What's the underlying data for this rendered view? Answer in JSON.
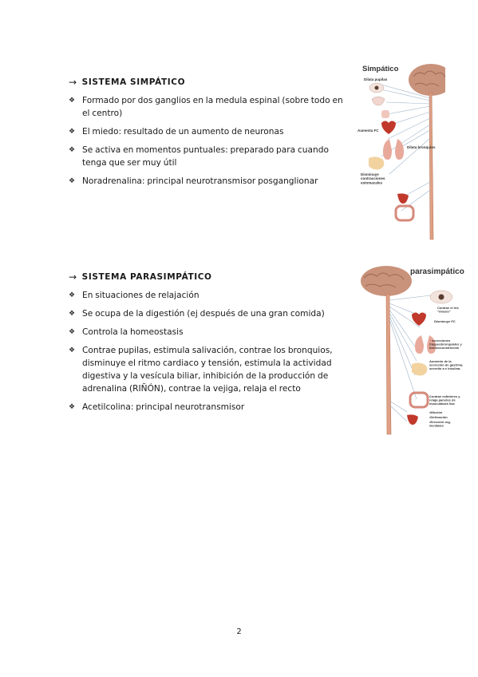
{
  "sympathetic": {
    "arrow": "→",
    "heading": "SISTEMA SIMPÁTICO",
    "items": [
      "Formado por dos ganglios en la medula espinal (sobre todo en el centro)",
      "El miedo: resultado de un aumento de neuronas",
      "Se activa en momentos puntuales: preparado para cuando tenga que ser muy útil",
      "Noradrenalina: principal neurotransmisor posganglionar"
    ],
    "figure": {
      "title": "Simpático",
      "labels": {
        "pupils": "Dilata pupilas",
        "heart": "Aumenta FC",
        "bronchi": "Dilata bronquios",
        "stomach": "Disminuye contracciones estomacales"
      }
    }
  },
  "parasympathetic": {
    "arrow": "→",
    "heading": "SISTEMA PARASIMPÁTICO",
    "items": [
      "En situaciones de relajación",
      "Se ocupa de la digestión (ej después de una gran comida)",
      "Controla la homeostasis",
      "Contrae pupilas, estimula salivación, contrae los bronquios, disminuye el ritmo cardiaco y tensión, estimula la actividad digestiva y la vesícula biliar, inhibición de la producción de adrenalina (RIÑÓN), contrae la vejiga, relaja el recto",
      "Acetilcolina: principal neurotransmisor"
    ],
    "figure": {
      "title": "parasimpático",
      "labels": {
        "iris": "Contrae el iris “miosis”",
        "heart": "Disminuye FC",
        "secretions": "↑ secreciones traqueobronquiales y broncoconstricción",
        "gastric": "Aumento de la secreción de gastrina, secretin a e insulina.",
        "sphincters": "Contrae esfínteres y relaja paredes de musculatura lisa",
        "miction": "•Micción",
        "defecation": "•Defecación",
        "erection": "•Erección org. Genitales"
      }
    }
  },
  "page_number": "2",
  "colors": {
    "brain": "#c9927a",
    "spine": "#e0a084",
    "nerve": "#9db3c9",
    "organ_red": "#c0392b",
    "organ_pink": "#e8a99b"
  }
}
